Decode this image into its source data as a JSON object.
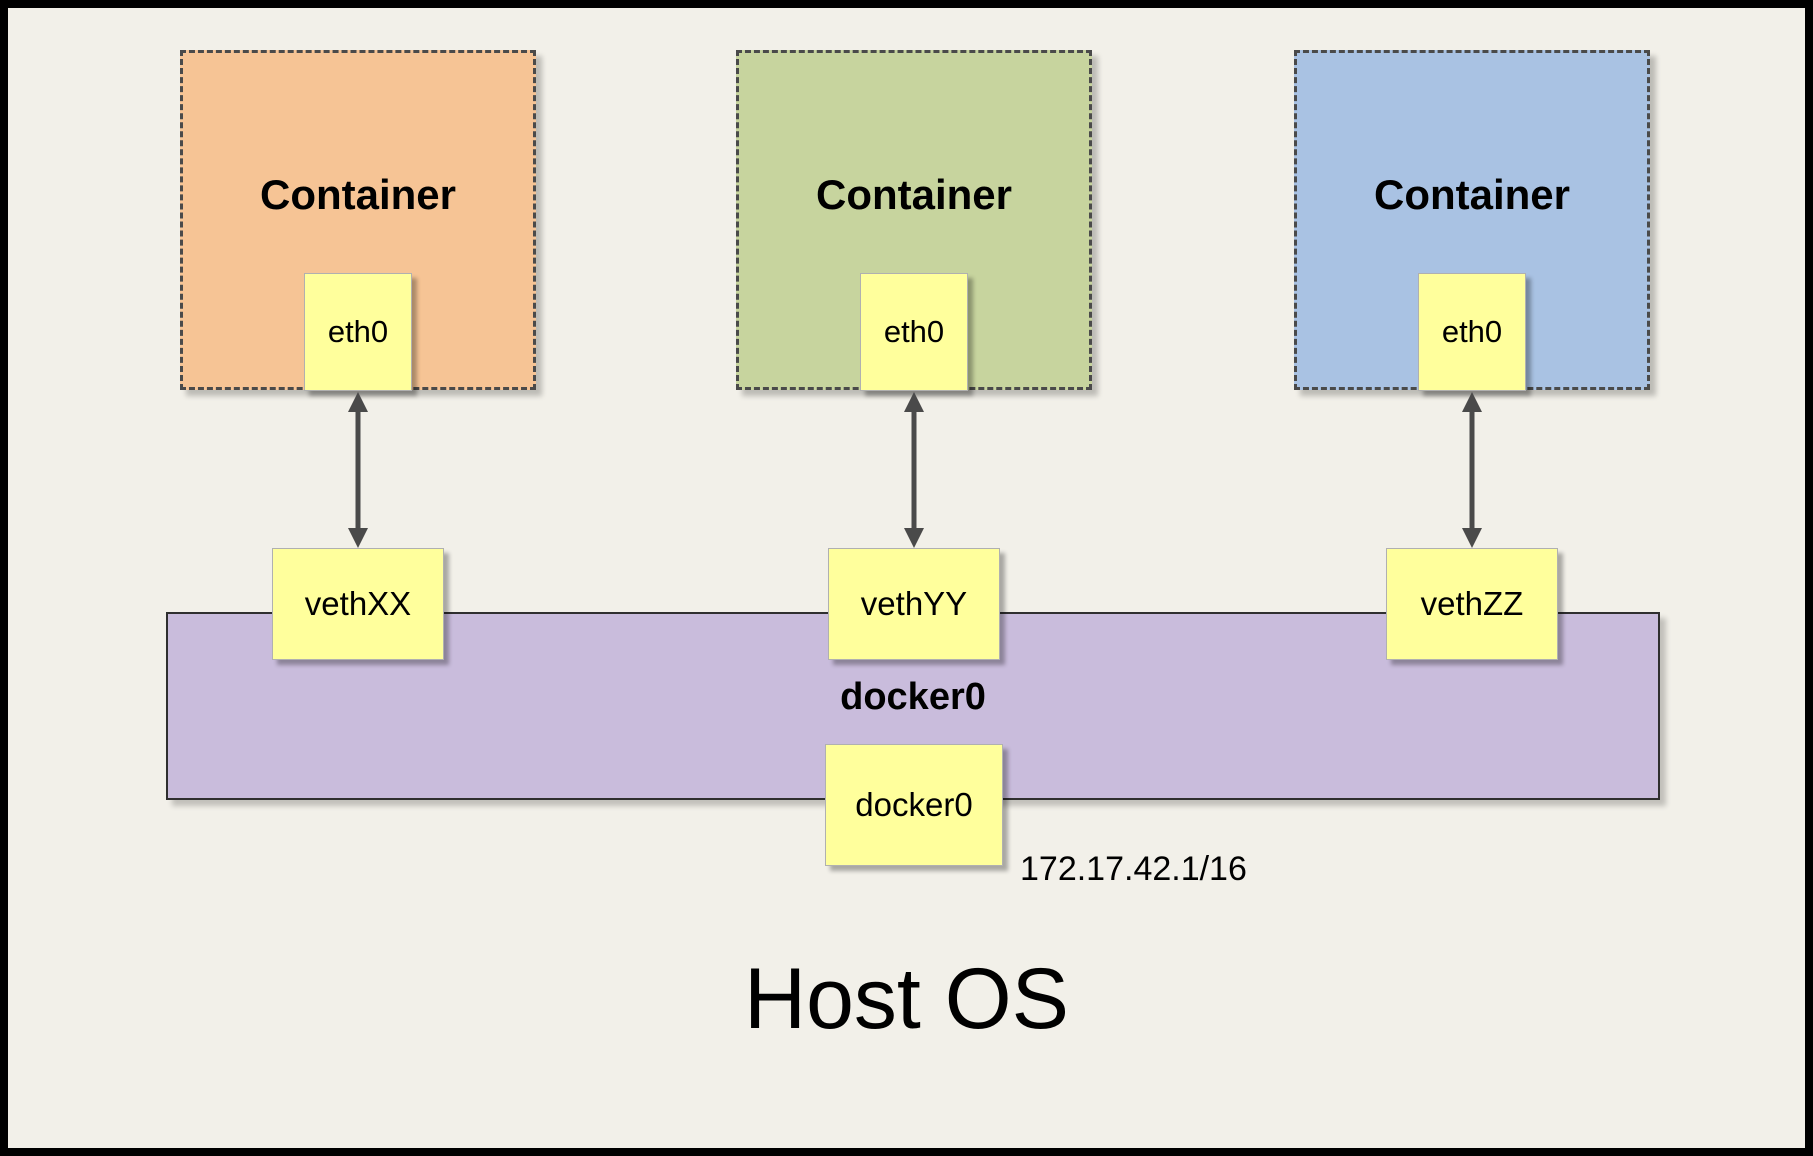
{
  "host": {
    "label": "Host OS"
  },
  "bridge": {
    "name": "docker0",
    "interface_box": "docker0",
    "ip": "172.17.42.1/16",
    "fill": "#c9bcdc"
  },
  "containers": [
    {
      "label": "Container",
      "interface": "eth0",
      "veth": "vethXX",
      "fill": "#f6c495"
    },
    {
      "label": "Container",
      "interface": "eth0",
      "veth": "vethYY",
      "fill": "#c7d49e"
    },
    {
      "label": "Container",
      "interface": "eth0",
      "veth": "vethZZ",
      "fill": "#a9c2e3"
    }
  ],
  "colors": {
    "canvas_background": "#f2f0e9",
    "node_fill": "#ffff9c",
    "outline": "#4a4a4a",
    "arrow": "#4a4a4a"
  }
}
